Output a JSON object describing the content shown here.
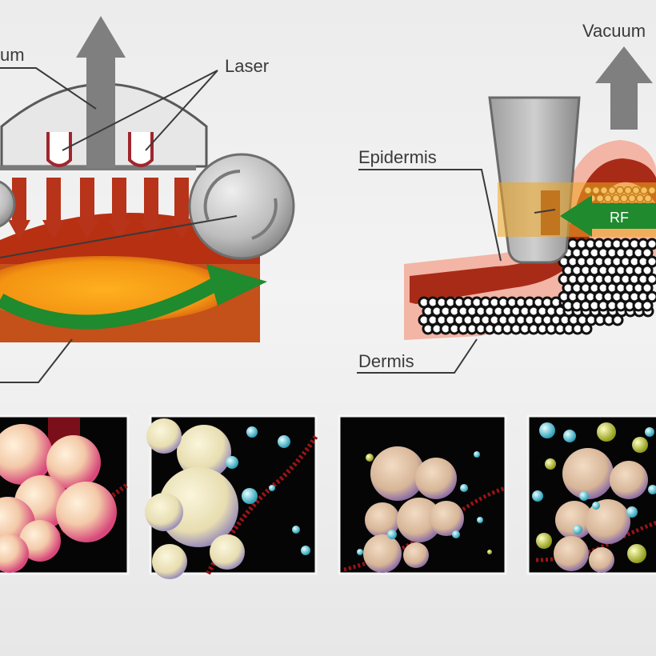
{
  "left_diagram": {
    "vacuum_label": "um",
    "laser_label": "Laser"
  },
  "right_diagram": {
    "vacuum_label": "Vacuum",
    "epidermis_label": "Epidermis",
    "dermis_label": "Dermis",
    "rf_label": "RF"
  },
  "panels": [
    {
      "stage": 1,
      "cell_color": "pink"
    },
    {
      "stage": 2,
      "cell_color": "cream"
    },
    {
      "stage": 3,
      "cell_color": "tan"
    },
    {
      "stage": 4,
      "cell_color": "tan"
    }
  ],
  "colors": {
    "tissue": "#b5320e",
    "fat_layer": "#f5a018",
    "arrow_green": "#1f8a2e",
    "roller_gray": "#bdbdbd",
    "arrow_gray": "#8a8a8a",
    "skin_pink": "#f3b5a5"
  }
}
